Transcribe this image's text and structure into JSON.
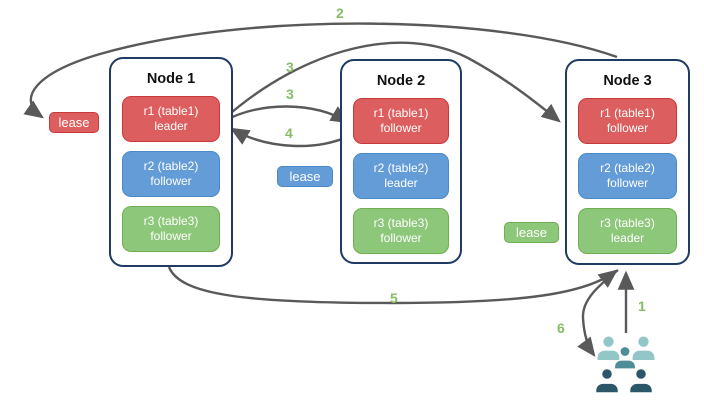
{
  "diagram": {
    "nodes": [
      {
        "title": "Node 1",
        "replicas": [
          {
            "name": "r1 (table1)",
            "role": "leader",
            "color": "red"
          },
          {
            "name": "r2 (table2)",
            "role": "follower",
            "color": "blue"
          },
          {
            "name": "r3 (table3)",
            "role": "follower",
            "color": "green"
          }
        ]
      },
      {
        "title": "Node 2",
        "replicas": [
          {
            "name": "r1 (table1)",
            "role": "follower",
            "color": "red"
          },
          {
            "name": "r2 (table2)",
            "role": "leader",
            "color": "blue"
          },
          {
            "name": "r3 (table3)",
            "role": "follower",
            "color": "green"
          }
        ]
      },
      {
        "title": "Node 3",
        "replicas": [
          {
            "name": "r1 (table1)",
            "role": "follower",
            "color": "red"
          },
          {
            "name": "r2 (table2)",
            "role": "follower",
            "color": "blue"
          },
          {
            "name": "r3 (table3)",
            "role": "leader",
            "color": "green"
          }
        ]
      }
    ],
    "leases": {
      "red": "lease",
      "blue": "lease",
      "green": "lease"
    },
    "steps": {
      "step1": "1",
      "step2": "2",
      "step3": "3",
      "step4": "4",
      "step5": "5",
      "step6": "6"
    },
    "icons": {
      "users": "users-icon"
    }
  },
  "colors": {
    "node_border": "#1f3a63",
    "replica_red_fill": "#dc5e5e",
    "replica_red_border": "#c83a3a",
    "replica_blue_fill": "#639cd6",
    "replica_blue_border": "#4a89c8",
    "replica_green_fill": "#8dc77a",
    "replica_green_border": "#6fae53",
    "arrow": "#595959",
    "step_label": "#84bd63",
    "users_light": "#93c7c7",
    "users_mid": "#4e8d95",
    "users_dark": "#2c5769"
  }
}
